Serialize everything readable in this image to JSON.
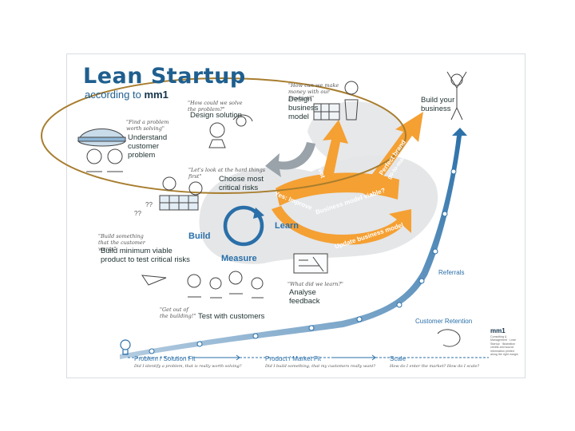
{
  "title": "Lean Startup",
  "subtitle_prefix": "according to",
  "subtitle_brand": "mm1",
  "steps": {
    "understand": {
      "quote": "\"Find a problem worth solving\"",
      "label": "Understand customer problem"
    },
    "design_solution": {
      "quote": "\"How could we solve the problem?\"",
      "label": "Design solution"
    },
    "business_model": {
      "quote": "\"How can we make money with our product?\"",
      "label": "Design business model"
    },
    "build_business": {
      "label": "Build your business"
    },
    "critical_risks": {
      "quote": "\"Let's look at the hard things first\"",
      "label": "Choose most critical risks"
    },
    "mvp": {
      "quote": "\"Build something that the customer wants\"",
      "label": "Build minimum viable product to test critical risks"
    },
    "analyse": {
      "quote": "\"What did we learn?\"",
      "label": "Analyse feedback"
    },
    "test": {
      "quote": "\"Get out of the building!\"",
      "label": "Test with customers"
    }
  },
  "cycle": {
    "build": "Build",
    "learn": "Learn",
    "measure": "Measure"
  },
  "arrows": {
    "no_pivot": "No: Pivot",
    "perfect_brand": "Perfect brand",
    "go_to_market": "go-to-market",
    "business_model_viable": "Business model viable?",
    "yes_improve": "Yes: Improve",
    "update_model": "Update business model"
  },
  "curve_labels": {
    "referrals": "Referrals",
    "retention": "Customer Retention"
  },
  "axis": [
    {
      "label": "Problem / Solution Fit",
      "question": "Did I identify a problem, that is really worth solving?"
    },
    {
      "label": "Product / Market Fit",
      "question": "Did I build something, that my customers really want?"
    },
    {
      "label": "Scale",
      "question": "How do I enter the market? How do I scale?"
    }
  ],
  "credits": {
    "brand": "mm1",
    "text": "Consulting & Management · Lean Startup · Illustration credits and source information printed along the right margin"
  },
  "question_marks": "??",
  "colors": {
    "blue": "#2a6fa8",
    "orange": "#f5a033",
    "gray": "#e4e6e8",
    "highlight": "#a87d2e"
  }
}
